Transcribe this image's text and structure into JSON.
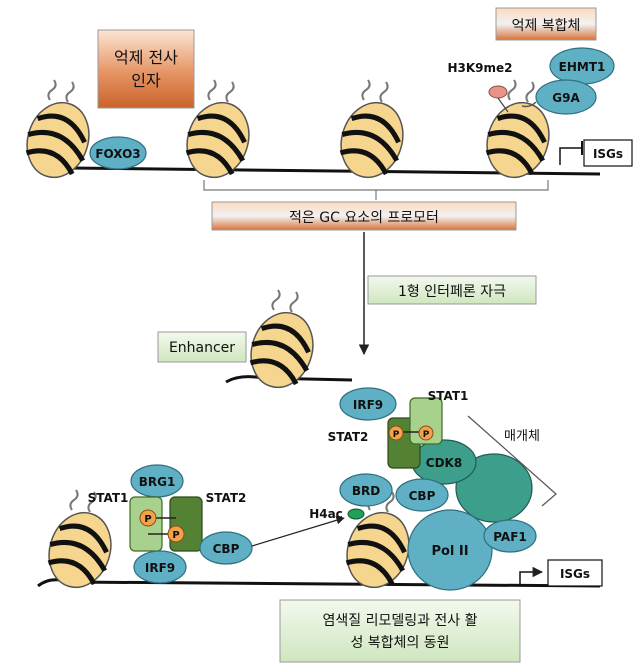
{
  "boxes": {
    "repressive_tf": [
      "억제 전사",
      "인자"
    ],
    "repressive_complex": "억제 복합체",
    "low_gc_promoter": "적은 GC 요소의 프로모터",
    "ifn_stimulation": "1형 인터페론 자극",
    "enhancer": "Enhancer",
    "recruitment": [
      "염색질 리모델링과 전사 활",
      "성 복합체의 동원"
    ]
  },
  "labels": {
    "foxo3": "FOXO3",
    "h3k9me2": "H3K9me2",
    "ehmt1": "EHMT1",
    "g9a": "G9A",
    "isgs": "ISGs",
    "irf9": "IRF9",
    "stat1": "STAT1",
    "stat2": "STAT2",
    "mediator": "매개체",
    "cdk8": "CDK8",
    "brd": "BRD",
    "cbp": "CBP",
    "h4ac": "H4ac",
    "brg1": "BRG1",
    "pol2": "Pol II",
    "paf1": "PAF1",
    "phospho": "P"
  },
  "colors": {
    "orange_box": "#e07b3c",
    "green_box": "#e2f0d9",
    "protein_blue": "#5fb0c4",
    "pol_teal": "#4fa3a6",
    "stat1_green": "#a9d18e",
    "stat2_green": "#548235",
    "phospho_orange": "#f4a24a",
    "nucleosome": "#f6d68e"
  }
}
